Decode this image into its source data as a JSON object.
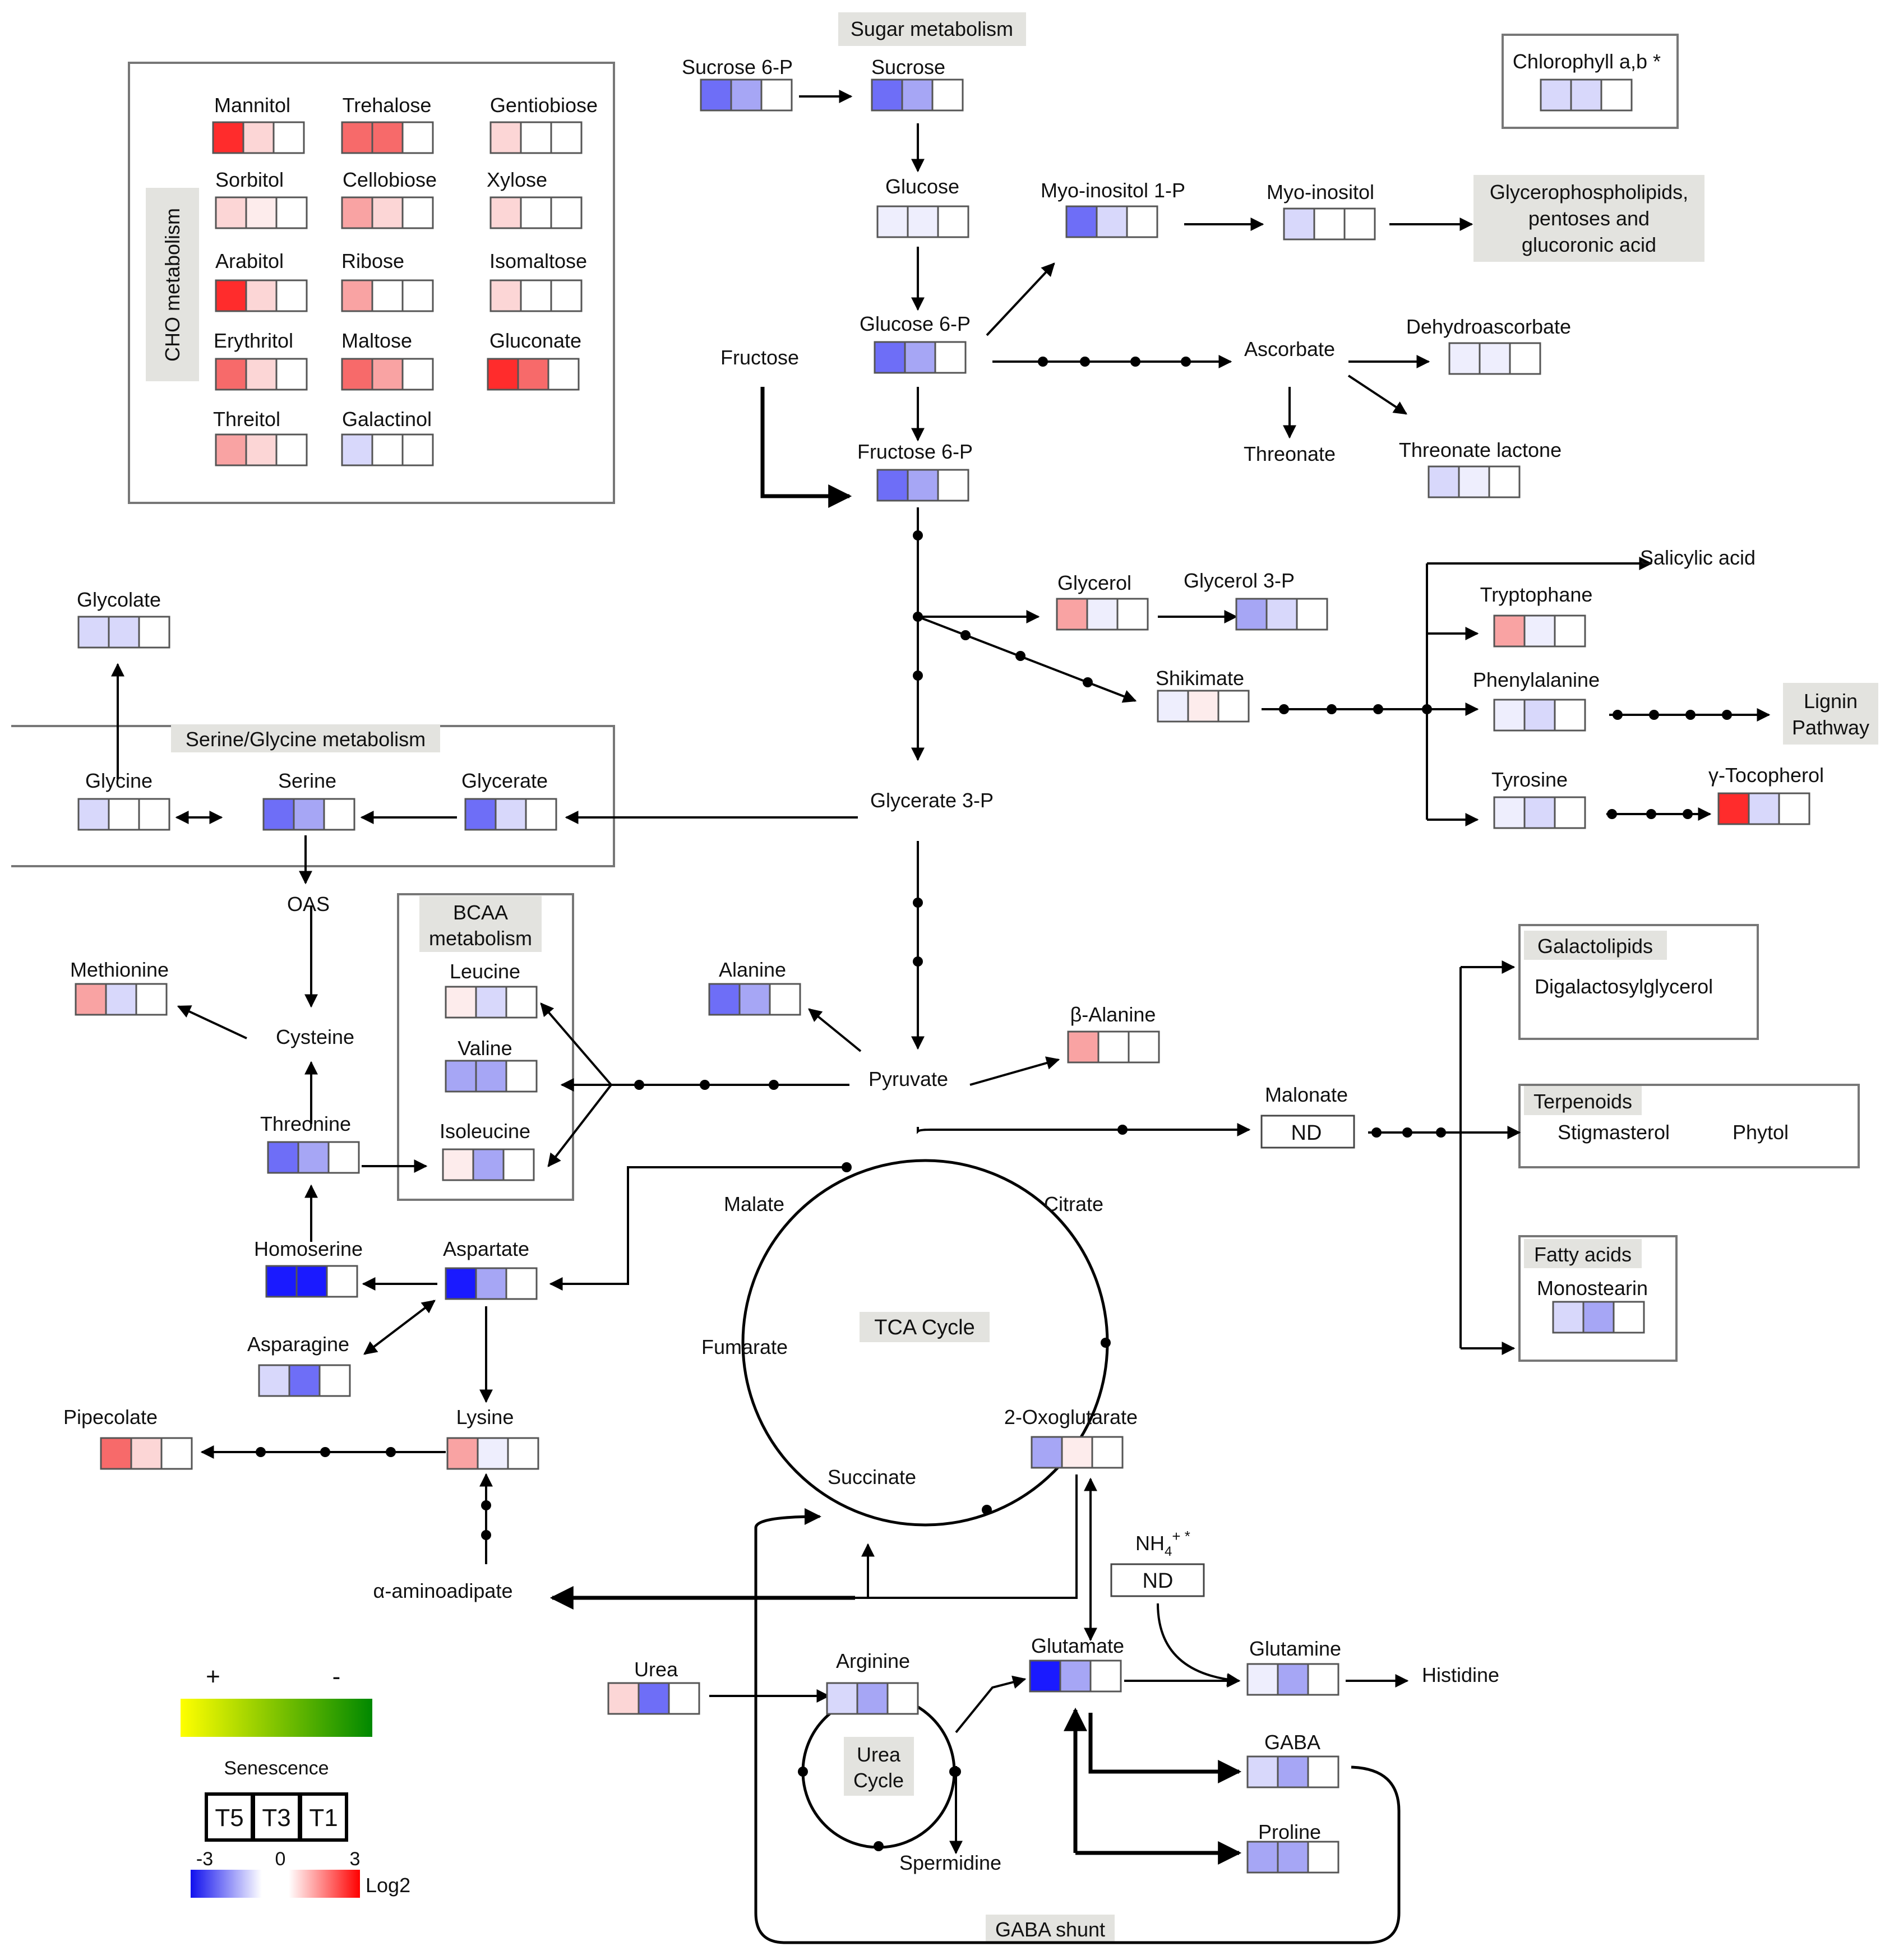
{
  "colors": {
    "blue_strong": "#1a1aff",
    "blue_mid": "#6e6ef7",
    "blue_light": "#a6a6f5",
    "blue_faint": "#d8d8fb",
    "blue_pale": "#eeeefd",
    "red_strong": "#ff2c2c",
    "red_mid": "#f76a6a",
    "red_light": "#f9a3a3",
    "red_faint": "#fcd6d6",
    "red_pale": "#fdecec",
    "white": "#ffffff",
    "group_fill": "#e3e3df",
    "line": "#000000"
  },
  "groups": {
    "sugar_metabolism": "Sugar metabolism",
    "cho_metabolism": "CHO metabolism",
    "serine_glycine": "Serine/Glycine metabolism",
    "bcaa": [
      "BCAA",
      "metabolism"
    ],
    "glycerophospholipids": [
      "Glycerophospholipids,",
      "pentoses and",
      "glucoronic acid"
    ],
    "lignin": [
      "Lignin",
      "Pathway"
    ],
    "galactolipids": "Galactolipids",
    "terpenoids": "Terpenoids",
    "fatty_acids": "Fatty acids",
    "tca_cycle": "TCA Cycle",
    "urea_cycle": [
      "Urea",
      "Cycle"
    ],
    "gaba_shunt": "GABA shunt"
  },
  "labels": {
    "salicylic": "Salicylic acid",
    "digalactosylglycerol": "Digalactosylglycerol",
    "stigmasterol": "Stigmasterol",
    "phytol": "Phytol",
    "fructose": "Fructose",
    "threonate": "Threonate",
    "glycerate3p": "Glycerate 3-P",
    "pyruvate": "Pyruvate",
    "oas": "OAS",
    "cysteine": "Cysteine",
    "malate": "Malate",
    "citrate": "Citrate",
    "fumarate": "Fumarate",
    "succinate": "Succinate",
    "aminoadipate": "α-aminoadipate",
    "histidine": "Histidine",
    "spermidine": "Spermidine",
    "nh4_main": "NH",
    "nh4_sub": "4",
    "nh4_sup": "+ *",
    "nd_malonate": "ND",
    "nd_nh4": "ND"
  },
  "legend": {
    "plus": "+",
    "minus": "-",
    "senescence": "Senescence",
    "timepoints": [
      "T5",
      "T3",
      "T1"
    ],
    "scale_min": "-3",
    "scale_mid": "0",
    "scale_max": "3",
    "scale_unit": "Log2",
    "gradient_colors": [
      "#ffff00",
      "#008800"
    ]
  },
  "metabolites": [
    {
      "label": "Mannitol",
      "cells": [
        "red_strong",
        "red_faint",
        "white"
      ]
    },
    {
      "label": "Trehalose",
      "cells": [
        "red_mid",
        "red_mid",
        "white"
      ]
    },
    {
      "label": "Gentiobiose",
      "cells": [
        "red_faint",
        "white",
        "white"
      ]
    },
    {
      "label": "Sorbitol",
      "cells": [
        "red_faint",
        "red_pale",
        "white"
      ]
    },
    {
      "label": "Cellobiose",
      "cells": [
        "red_light",
        "red_faint",
        "white"
      ]
    },
    {
      "label": "Xylose",
      "cells": [
        "red_faint",
        "white",
        "white"
      ]
    },
    {
      "label": "Arabitol",
      "cells": [
        "red_strong",
        "red_faint",
        "white"
      ]
    },
    {
      "label": "Ribose",
      "cells": [
        "red_light",
        "white",
        "white"
      ]
    },
    {
      "label": "Isomaltose",
      "cells": [
        "red_faint",
        "white",
        "white"
      ]
    },
    {
      "label": "Erythritol",
      "cells": [
        "red_mid",
        "red_faint",
        "white"
      ]
    },
    {
      "label": "Maltose",
      "cells": [
        "red_mid",
        "red_light",
        "white"
      ]
    },
    {
      "label": "Gluconate",
      "cells": [
        "red_strong",
        "red_mid",
        "white"
      ]
    },
    {
      "label": "Threitol",
      "cells": [
        "red_light",
        "red_faint",
        "white"
      ]
    },
    {
      "label": "Galactinol",
      "cells": [
        "blue_faint",
        "white",
        "white"
      ]
    },
    {
      "label": "Sucrose 6-P",
      "cells": [
        "blue_mid",
        "blue_light",
        "white"
      ]
    },
    {
      "label": "Sucrose",
      "cells": [
        "blue_mid",
        "blue_light",
        "white"
      ]
    },
    {
      "label": "Chlorophyll a,b *",
      "cells": [
        "blue_faint",
        "blue_faint",
        "white"
      ]
    },
    {
      "label": "Glucose",
      "cells": [
        "blue_pale",
        "blue_pale",
        "white"
      ]
    },
    {
      "label": "Myo-inositol 1-P",
      "cells": [
        "blue_mid",
        "blue_faint",
        "white"
      ]
    },
    {
      "label": "Myo-inositol",
      "cells": [
        "blue_faint",
        "white",
        "white"
      ]
    },
    {
      "label": "Glucose 6-P",
      "cells": [
        "blue_mid",
        "blue_light",
        "white"
      ]
    },
    {
      "label": "Ascorbate",
      "cells": []
    },
    {
      "label": "Dehydroascorbate",
      "cells": [
        "blue_pale",
        "blue_pale",
        "white"
      ]
    },
    {
      "label": "Fructose 6-P",
      "cells": [
        "blue_mid",
        "blue_light",
        "white"
      ]
    },
    {
      "label": "Threonate lactone",
      "cells": [
        "blue_faint",
        "blue_pale",
        "white"
      ]
    },
    {
      "label": "Glycerol",
      "cells": [
        "red_light",
        "blue_pale",
        "white"
      ]
    },
    {
      "label": "Glycerol 3-P",
      "cells": [
        "blue_light",
        "blue_faint",
        "white"
      ]
    },
    {
      "label": "Tryptophane",
      "cells": [
        "red_light",
        "blue_pale",
        "white"
      ]
    },
    {
      "label": "Shikimate",
      "cells": [
        "blue_pale",
        "red_pale",
        "white"
      ]
    },
    {
      "label": "Phenylalanine",
      "cells": [
        "blue_pale",
        "blue_faint",
        "white"
      ]
    },
    {
      "label": "Tyrosine",
      "cells": [
        "blue_pale",
        "blue_faint",
        "white"
      ]
    },
    {
      "label": "γ-Tocopherol",
      "cells": [
        "red_strong",
        "blue_faint",
        "white"
      ]
    },
    {
      "label": "Glycolate",
      "cells": [
        "blue_faint",
        "blue_faint",
        "white"
      ]
    },
    {
      "label": "Glycine",
      "cells": [
        "blue_faint",
        "white",
        "white"
      ]
    },
    {
      "label": "Serine",
      "cells": [
        "blue_mid",
        "blue_light",
        "white"
      ]
    },
    {
      "label": "Glycerate",
      "cells": [
        "blue_mid",
        "blue_faint",
        "white"
      ]
    },
    {
      "label": "Methionine",
      "cells": [
        "red_light",
        "blue_faint",
        "white"
      ]
    },
    {
      "label": "Leucine",
      "cells": [
        "red_pale",
        "blue_faint",
        "white"
      ]
    },
    {
      "label": "Valine",
      "cells": [
        "blue_light",
        "blue_light",
        "white"
      ]
    },
    {
      "label": "Isoleucine",
      "cells": [
        "red_pale",
        "blue_light",
        "white"
      ]
    },
    {
      "label": "Alanine",
      "cells": [
        "blue_mid",
        "blue_light",
        "white"
      ]
    },
    {
      "label": "β-Alanine",
      "cells": [
        "red_light",
        "white",
        "white"
      ]
    },
    {
      "label": "Threonine",
      "cells": [
        "blue_mid",
        "blue_light",
        "white"
      ]
    },
    {
      "label": "Malonate",
      "cells": []
    },
    {
      "label": "Monostearin",
      "cells": [
        "blue_faint",
        "blue_light",
        "white"
      ]
    },
    {
      "label": "Homoserine",
      "cells": [
        "blue_strong",
        "blue_strong",
        "white"
      ]
    },
    {
      "label": "Aspartate",
      "cells": [
        "blue_strong",
        "blue_light",
        "white"
      ]
    },
    {
      "label": "Asparagine",
      "cells": [
        "blue_faint",
        "blue_mid",
        "white"
      ]
    },
    {
      "label": "Pipecolate",
      "cells": [
        "red_mid",
        "red_faint",
        "white"
      ]
    },
    {
      "label": "Lysine",
      "cells": [
        "red_light",
        "blue_pale",
        "white"
      ]
    },
    {
      "label": "2-Oxoglutarate",
      "cells": [
        "blue_light",
        "red_pale",
        "white"
      ]
    },
    {
      "label": "Urea",
      "cells": [
        "red_faint",
        "blue_mid",
        "white"
      ]
    },
    {
      "label": "Arginine",
      "cells": [
        "blue_faint",
        "blue_light",
        "white"
      ]
    },
    {
      "label": "Glutamate",
      "cells": [
        "blue_strong",
        "blue_light",
        "white"
      ]
    },
    {
      "label": "Glutamine",
      "cells": [
        "blue_pale",
        "blue_light",
        "white"
      ]
    },
    {
      "label": "GABA",
      "cells": [
        "blue_faint",
        "blue_light",
        "white"
      ]
    },
    {
      "label": "Proline",
      "cells": [
        "blue_light",
        "blue_light",
        "white"
      ]
    }
  ]
}
